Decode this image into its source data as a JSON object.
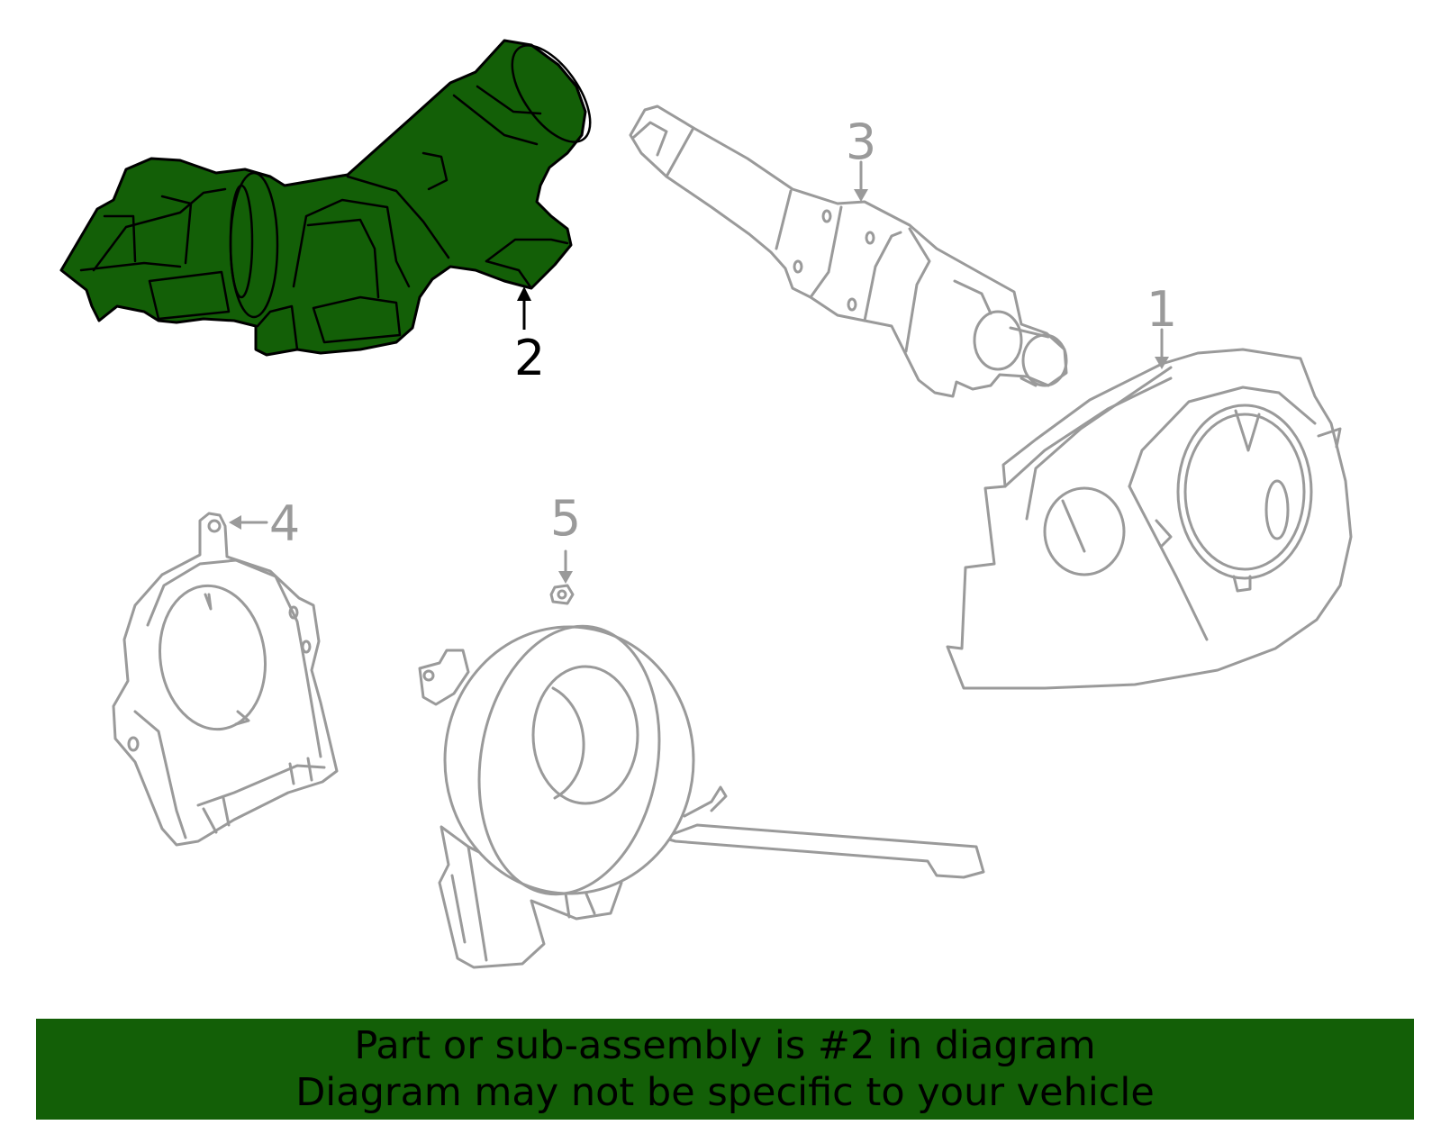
{
  "callouts": {
    "part1": "1",
    "part2": "2",
    "part3": "3",
    "part4": "4",
    "part5": "5"
  },
  "highlight": {
    "part": "2",
    "fill": "#135f07",
    "outline": "#000000"
  },
  "other_parts_stroke": "#9a9a9a",
  "footer": {
    "background": "#135f07",
    "line1": "Part or sub-assembly is #2 in diagram",
    "line2": "Diagram may not be specific to your vehicle"
  }
}
